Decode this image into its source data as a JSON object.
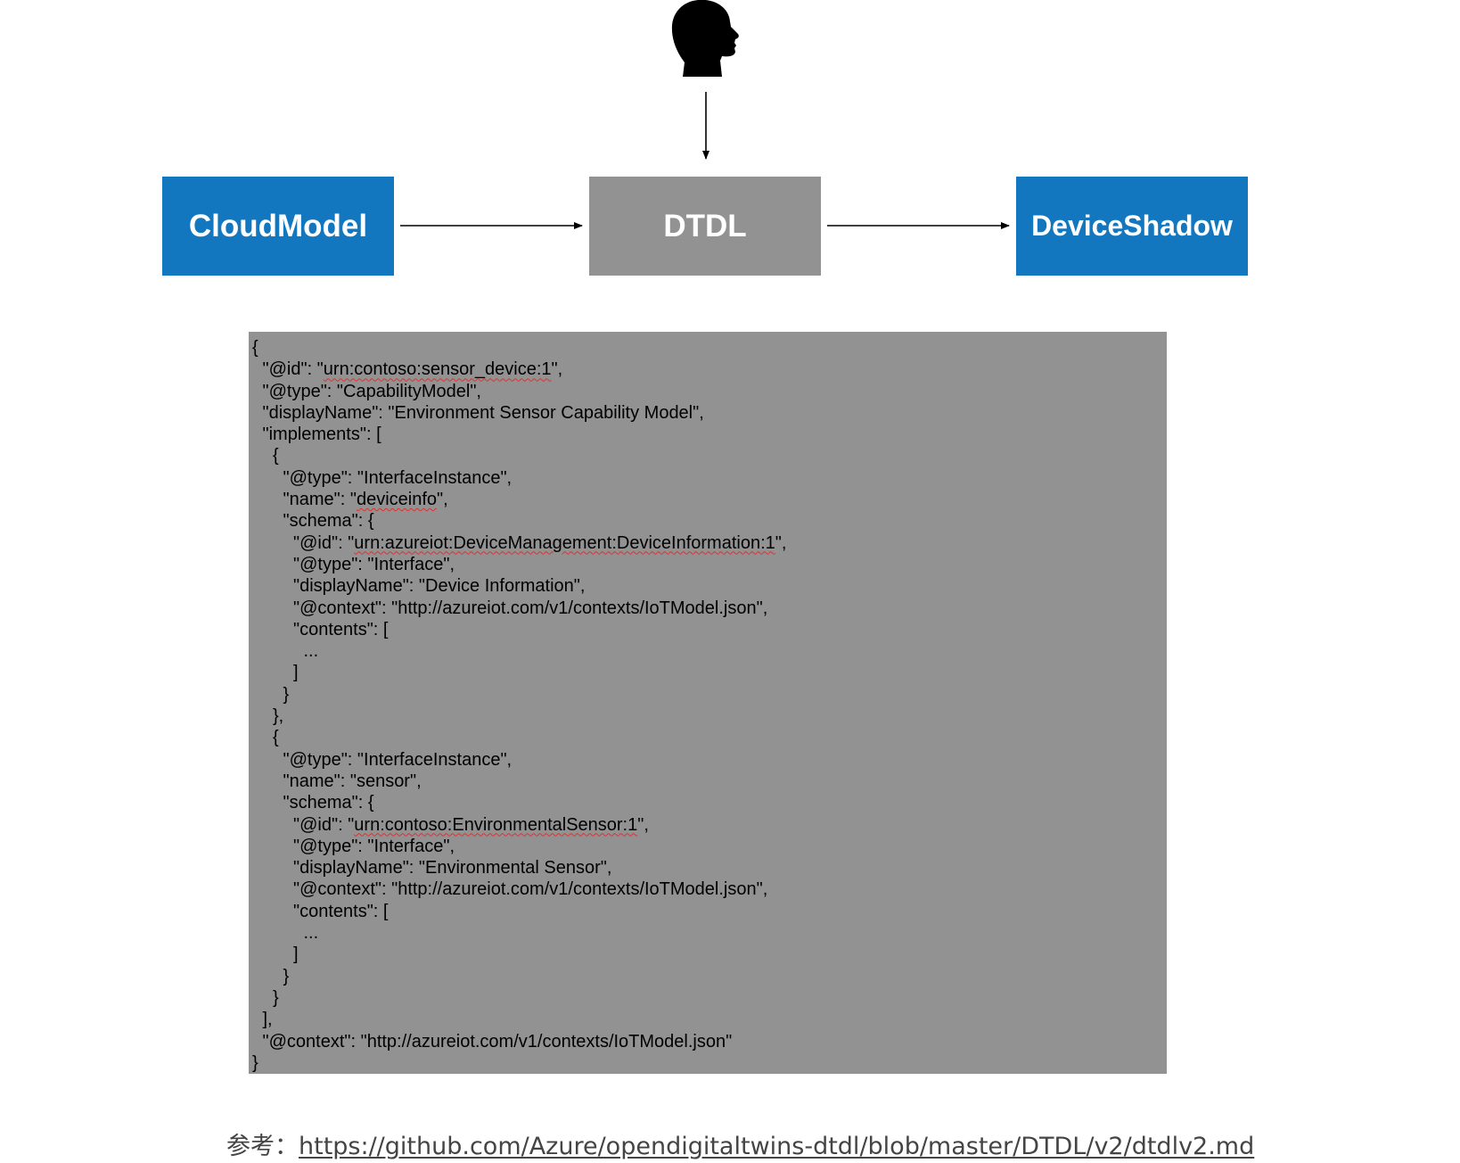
{
  "diagram": {
    "nodes": [
      {
        "id": "cloudmodel",
        "label": "CloudModel",
        "color": "#1277be"
      },
      {
        "id": "dtdl",
        "label": "DTDL",
        "color": "#929292"
      },
      {
        "id": "deviceshadow",
        "label": "DeviceShadow",
        "color": "#1277be"
      }
    ],
    "edges": [
      {
        "from": "user",
        "to": "dtdl"
      },
      {
        "from": "cloudmodel",
        "to": "dtdl"
      },
      {
        "from": "dtdl",
        "to": "deviceshadow"
      }
    ],
    "actor_icon": "person-head-icon"
  },
  "code": {
    "background": "#929292",
    "lines": [
      {
        "indent": 0,
        "pre": "{",
        "mark": "",
        "post": ""
      },
      {
        "indent": 1,
        "pre": "\"@id\": \"",
        "mark": "urn:contoso:sensor_device:1",
        "post": "\","
      },
      {
        "indent": 1,
        "pre": "\"@type\": \"CapabilityModel\",",
        "mark": "",
        "post": ""
      },
      {
        "indent": 1,
        "pre": "\"displayName\": \"Environment Sensor Capability Model\",",
        "mark": "",
        "post": ""
      },
      {
        "indent": 1,
        "pre": "\"implements\": [",
        "mark": "",
        "post": ""
      },
      {
        "indent": 2,
        "pre": "{",
        "mark": "",
        "post": ""
      },
      {
        "indent": 3,
        "pre": "\"@type\": \"InterfaceInstance\",",
        "mark": "",
        "post": ""
      },
      {
        "indent": 3,
        "pre": "\"name\": \"",
        "mark": "deviceinfo",
        "post": "\","
      },
      {
        "indent": 3,
        "pre": "\"schema\": {",
        "mark": "",
        "post": ""
      },
      {
        "indent": 4,
        "pre": "\"@id\": \"",
        "mark": "urn:azureiot:DeviceManagement:DeviceInformation:1",
        "post": "\","
      },
      {
        "indent": 4,
        "pre": "\"@type\": \"Interface\",",
        "mark": "",
        "post": ""
      },
      {
        "indent": 4,
        "pre": "\"displayName\": \"Device Information\",",
        "mark": "",
        "post": ""
      },
      {
        "indent": 4,
        "pre": "\"@context\": \"http://azureiot.com/v1/contexts/IoTModel.json\",",
        "mark": "",
        "post": ""
      },
      {
        "indent": 4,
        "pre": "\"contents\": [",
        "mark": "",
        "post": ""
      },
      {
        "indent": 5,
        "pre": "...",
        "mark": "",
        "post": ""
      },
      {
        "indent": 4,
        "pre": "]",
        "mark": "",
        "post": ""
      },
      {
        "indent": 3,
        "pre": "}",
        "mark": "",
        "post": ""
      },
      {
        "indent": 2,
        "pre": "},",
        "mark": "",
        "post": ""
      },
      {
        "indent": 2,
        "pre": "{",
        "mark": "",
        "post": ""
      },
      {
        "indent": 3,
        "pre": "\"@type\": \"InterfaceInstance\",",
        "mark": "",
        "post": ""
      },
      {
        "indent": 3,
        "pre": "\"name\": \"sensor\",",
        "mark": "",
        "post": ""
      },
      {
        "indent": 3,
        "pre": "\"schema\": {",
        "mark": "",
        "post": ""
      },
      {
        "indent": 4,
        "pre": "\"@id\": \"",
        "mark": "urn:contoso:EnvironmentalSensor:1",
        "post": "\","
      },
      {
        "indent": 4,
        "pre": "\"@type\": \"Interface\",",
        "mark": "",
        "post": ""
      },
      {
        "indent": 4,
        "pre": "\"displayName\": \"Environmental Sensor\",",
        "mark": "",
        "post": ""
      },
      {
        "indent": 4,
        "pre": "\"@context\": \"http://azureiot.com/v1/contexts/IoTModel.json\",",
        "mark": "",
        "post": ""
      },
      {
        "indent": 4,
        "pre": "\"contents\": [",
        "mark": "",
        "post": ""
      },
      {
        "indent": 5,
        "pre": "...",
        "mark": "",
        "post": ""
      },
      {
        "indent": 4,
        "pre": "]",
        "mark": "",
        "post": ""
      },
      {
        "indent": 3,
        "pre": "}",
        "mark": "",
        "post": ""
      },
      {
        "indent": 2,
        "pre": "}",
        "mark": "",
        "post": ""
      },
      {
        "indent": 1,
        "pre": "],",
        "mark": "",
        "post": ""
      },
      {
        "indent": 1,
        "pre": "\"@context\": \"http://azureiot.com/v1/contexts/IoTModel.json\"",
        "mark": "",
        "post": ""
      },
      {
        "indent": 0,
        "pre": "}",
        "mark": "",
        "post": ""
      }
    ]
  },
  "footer": {
    "prefix": "参考：",
    "link_text": "https://github.com/Azure/opendigitaltwins-dtdl/blob/master/DTDL/v2/dtdlv2.md"
  }
}
